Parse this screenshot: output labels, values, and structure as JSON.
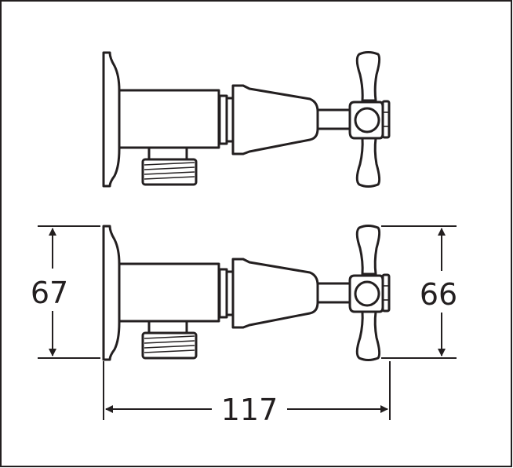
{
  "dimensions": {
    "height_left": "67",
    "height_right": "66",
    "width": "117"
  },
  "colors": {
    "line": "#231f20",
    "background": "#ffffff"
  }
}
